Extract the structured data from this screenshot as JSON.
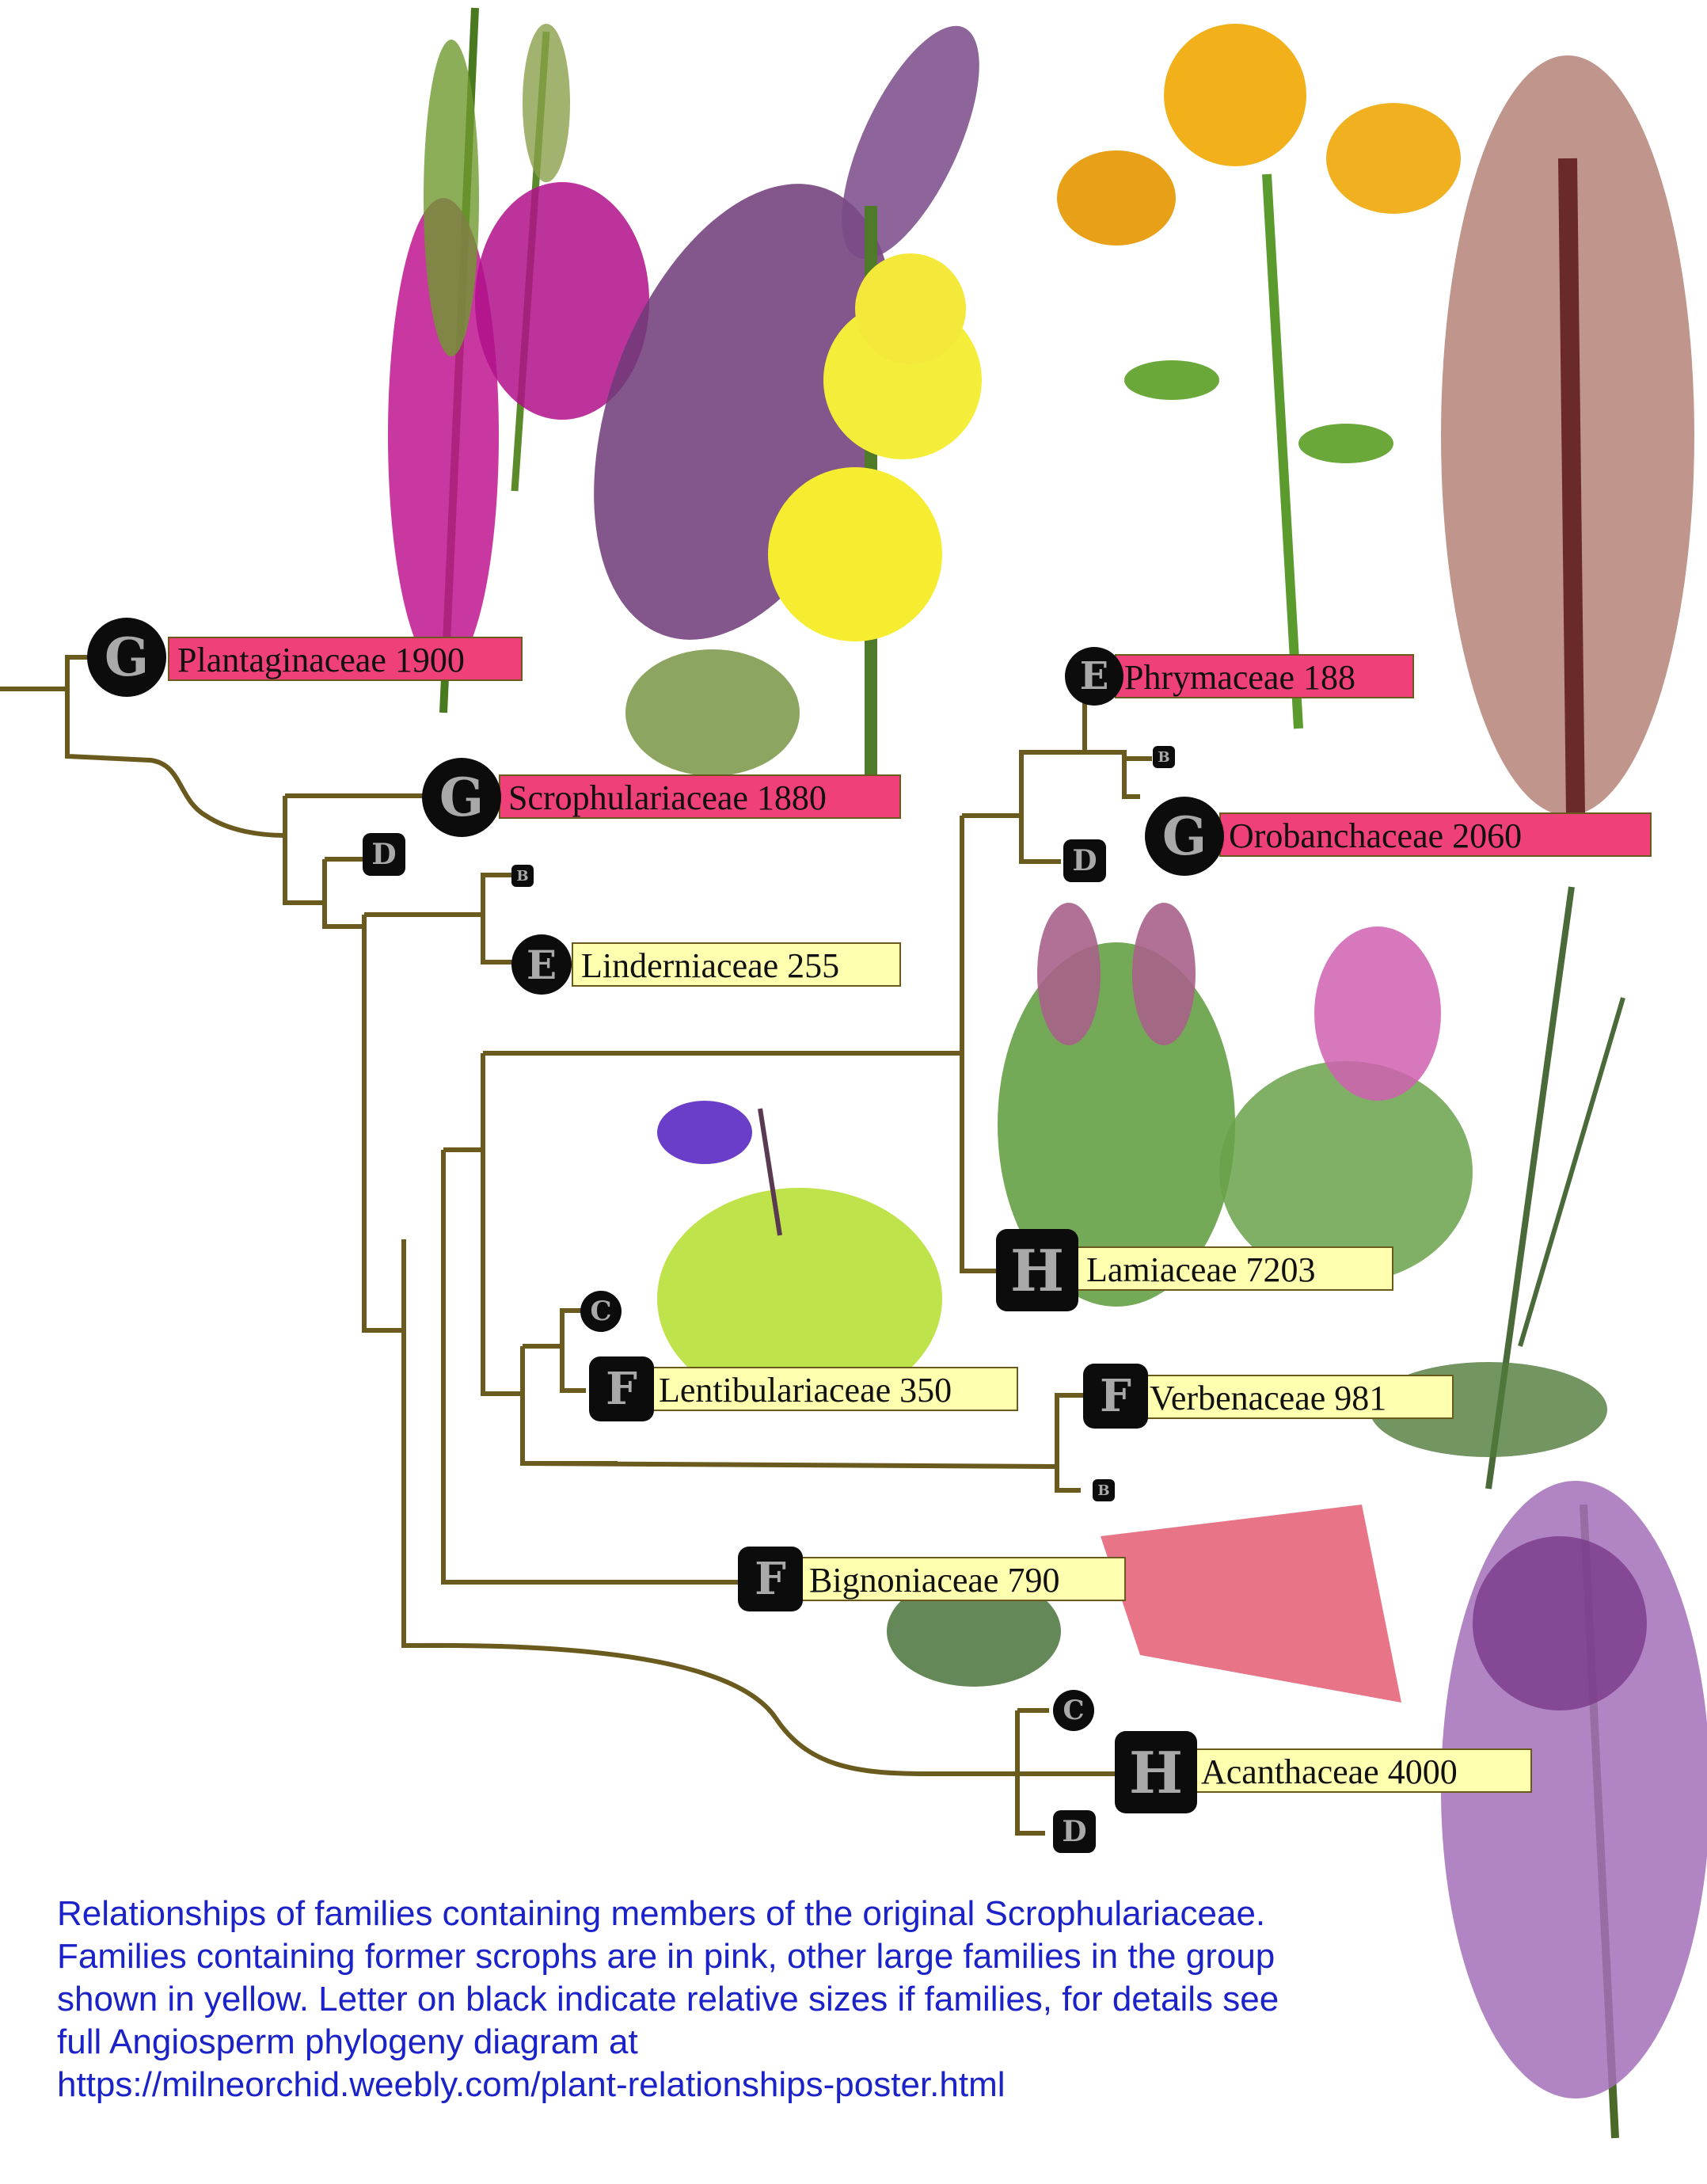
{
  "families": [
    {
      "id": "plantaginaceae",
      "label": "Plantaginaceae 1900",
      "color": "pink",
      "size_letter": "G"
    },
    {
      "id": "scrophulariaceae",
      "label": "Scrophulariaceae 1880",
      "color": "pink",
      "size_letter": "G"
    },
    {
      "id": "linderniaceae",
      "label": "Linderniaceae 255",
      "color": "yellow",
      "size_letter": "E"
    },
    {
      "id": "phrymaceae",
      "label": "Phrymaceae 188",
      "color": "pink",
      "size_letter": "E"
    },
    {
      "id": "orobanchaceae",
      "label": "Orobanchaceae 2060",
      "color": "pink",
      "size_letter": "G"
    },
    {
      "id": "lamiaceae",
      "label": "Lamiaceae 7203",
      "color": "yellow",
      "size_letter": "H"
    },
    {
      "id": "lentibulariaceae",
      "label": "Lentibulariaceae 350",
      "color": "yellow",
      "size_letter": "F"
    },
    {
      "id": "verbenaceae",
      "label": "Verbenaceae 981",
      "color": "yellow",
      "size_letter": "F"
    },
    {
      "id": "bignoniaceae",
      "label": "Bignoniaceae 790",
      "color": "yellow",
      "size_letter": "F"
    },
    {
      "id": "acanthaceae",
      "label": "Acanthaceae 4000",
      "color": "yellow",
      "size_letter": "H"
    }
  ],
  "minor_letters": {
    "d1": "D",
    "b1": "B",
    "b2": "B",
    "d2": "D",
    "c1": "C",
    "b3": "B",
    "c2": "C",
    "d3": "D"
  },
  "caption": [
    "Relationships of families containing members of the original Scrophulariaceae.",
    "Families containing former scrophs are in pink, other large families in the group",
    "shown in yellow.  Letter on black indicate relative sizes if families, for details see",
    "full Angiosperm phylogeny diagram at",
    "https://milneorchid.weebly.com/plant-relationships-poster.html"
  ],
  "colors": {
    "pink": "#f0407a",
    "yellow": "#ffffb0",
    "branch": "#6a5a1e",
    "badge": "#0c0c0c",
    "caption": "#1a22c8"
  }
}
